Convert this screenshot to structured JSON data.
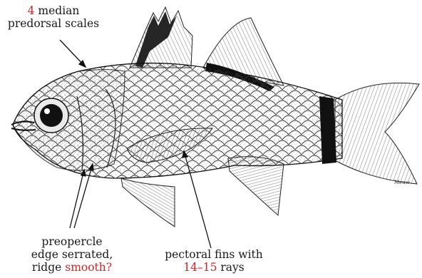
{
  "labels": {
    "scales": {
      "highlight": "4",
      "text1": " median",
      "text2": "predorsal scales"
    },
    "preopercle": {
      "line1": "preopercle",
      "line2": "edge serrated,",
      "line3_prefix": "ridge ",
      "line3_highlight": "smooth?"
    },
    "pectoral": {
      "line1": "pectoral fins with",
      "line2_highlight": "14–15",
      "line2_suffix": " rays"
    }
  },
  "illustrator_signature": "Meuw",
  "colors": {
    "highlight": "#c8272b",
    "ink": "#1a1a1a"
  }
}
